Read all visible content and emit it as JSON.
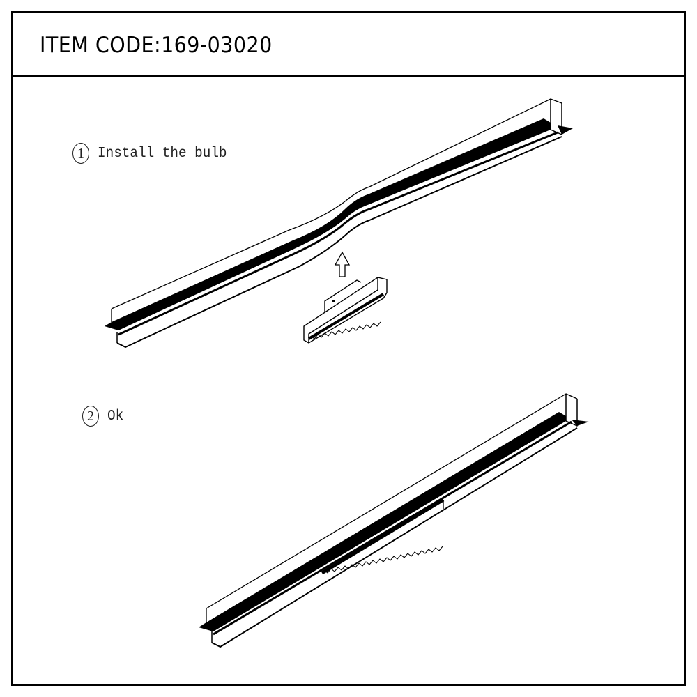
{
  "header": {
    "item_code_label": "ITEM CODE:169-03020"
  },
  "steps": [
    {
      "number": "1",
      "text": "Install the bulb"
    },
    {
      "number": "2",
      "text": "Ok"
    }
  ],
  "icons": {
    "arrow": "arrow-up-icon"
  },
  "colors": {
    "line": "#000000",
    "background": "#ffffff"
  }
}
